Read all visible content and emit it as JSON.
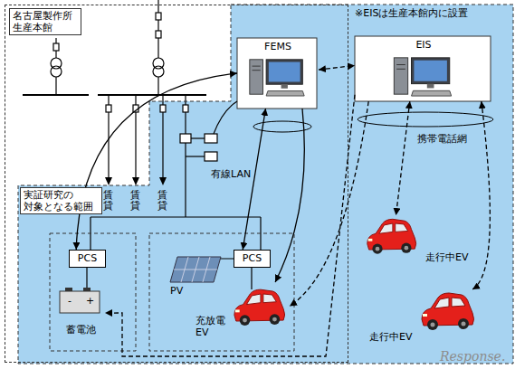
{
  "diagram": {
    "nodes": [
      {
        "text": [
          "名古屋製作所 生産本館"
        ]
      },
      {
        "text": [
          "実証研究の 対象となる範囲"
        ]
      },
      {
        "text": [
          "FEMS"
        ],
        "in": 1
      },
      {
        "text": [
          "EIS"
        ],
        "in": 1
      },
      {
        "text": [
          "PCS"
        ],
        "in": 1
      },
      {
        "text": [
          "蓄電池"
        ],
        "in": 1
      },
      {
        "text": [
          "PCS"
        ],
        "in": 1
      },
      {
        "text": [
          "PV"
        ],
        "in": 1
      },
      {
        "text": [
          "充放電 EV"
        ],
        "in": 1
      },
      {
        "text": [
          "走行中EV"
        ],
        "in": 1
      },
      {
        "text": [
          "走行中EV"
        ],
        "in": 1
      }
    ],
    "edges": [
      {
        "from": 2,
        "to": 3,
        "arrow": "both"
      },
      {
        "from": 2,
        "to": 4,
        "arrow": "both"
      },
      {
        "from": 2,
        "to": 6,
        "arrow": "both"
      },
      {
        "from": 2,
        "to": 8,
        "arrow": "to"
      },
      {
        "from": 3,
        "to": 9,
        "arrow": "both"
      },
      {
        "from": 3,
        "to": 10,
        "arrow": "both"
      },
      {
        "from": 3,
        "to": 8,
        "arrow": "to"
      },
      {
        "from": 3,
        "to": 5,
        "arrow": "to"
      }
    ],
    "labels": [
      "※EISは生産本館内に設置",
      "有線LAN",
      "携帯電話網",
      "賃貸",
      "賃貸",
      "賃貸",
      "-",
      "+",
      "Response."
    ]
  }
}
